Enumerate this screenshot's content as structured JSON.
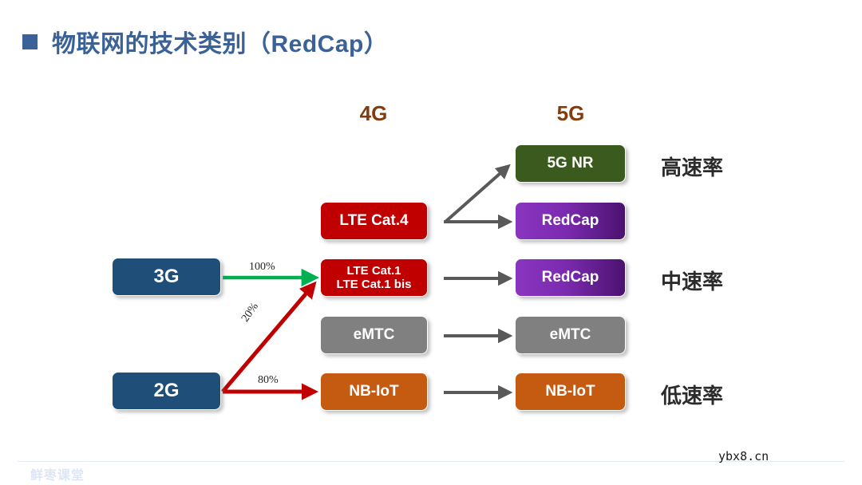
{
  "slide": {
    "title": "物联网的技术类别（RedCap）",
    "bullet_color": "#3A6298",
    "title_color": "#3A6298"
  },
  "columns": {
    "gen4_label": "4G",
    "gen5_label": "5G",
    "header_color": "#843C0C"
  },
  "legacy_nodes": [
    {
      "label": "3G",
      "color": "#1F4E79"
    },
    {
      "label": "2G",
      "color": "#1F4E79"
    }
  ],
  "gen4_nodes": [
    {
      "label": "LTE Cat.4",
      "color": "#C00000"
    },
    {
      "label_line1": "LTE Cat.1",
      "label_line2": "LTE Cat.1 bis",
      "color": "#C00000"
    },
    {
      "label": "eMTC",
      "color": "#808080"
    },
    {
      "label": "NB-IoT",
      "color": "#C55A11"
    }
  ],
  "gen5_nodes": [
    {
      "label": "5G NR",
      "color": "#3B5A1D"
    },
    {
      "label": "RedCap",
      "color": "#7B2BB0"
    },
    {
      "label": "RedCap",
      "color": "#7B2BB0"
    },
    {
      "label": "eMTC",
      "color": "#808080"
    },
    {
      "label": "NB-IoT",
      "color": "#C55A11"
    }
  ],
  "speed_labels": [
    {
      "label": "高速率"
    },
    {
      "label": "中速率"
    },
    {
      "label": "低速率"
    }
  ],
  "migration_labels": {
    "from_3g": "100%",
    "from_2g_to_nbiot": "80%",
    "from_2g_to_cat1": "20%"
  },
  "arrow_colors": {
    "green": "#00B050",
    "red": "#C00000",
    "gray": "#595959"
  },
  "footer": {
    "brand": "鲜枣课堂",
    "watermark": "ybx8.cn"
  }
}
